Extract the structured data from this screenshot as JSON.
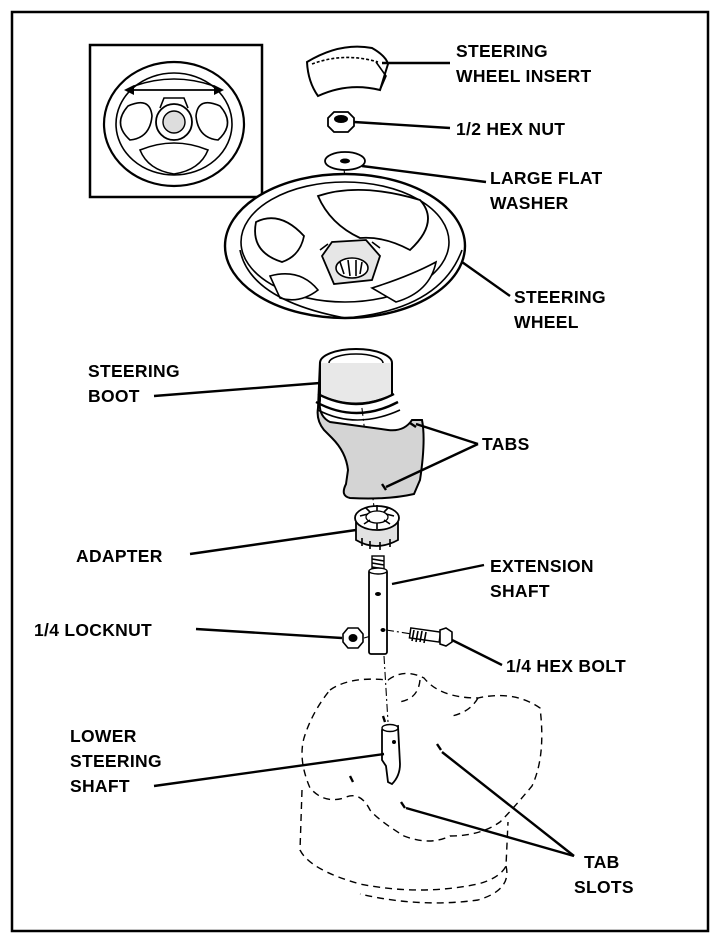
{
  "labels": {
    "steering_wheel_insert": [
      "STEERING",
      "WHEEL INSERT"
    ],
    "hex_nut_half": "1/2 HEX NUT",
    "large_flat_washer": [
      "LARGE  FLAT",
      "WASHER"
    ],
    "steering_wheel": [
      "STEERING",
      "WHEEL"
    ],
    "steering_boot": [
      "STEERING",
      "BOOT"
    ],
    "tabs": "TABS",
    "adapter": "ADAPTER",
    "extension_shaft": [
      "EXTENSION",
      "SHAFT"
    ],
    "locknut_quarter": "1/4  LOCKNUT",
    "hex_bolt_quarter": "1/4 HEX BOLT",
    "lower_steering_shaft": [
      "LOWER",
      "STEERING",
      "SHAFT"
    ],
    "tab_slots": [
      "TAB",
      "SLOTS"
    ]
  },
  "colors": {
    "line": "#000000",
    "background": "#ffffff",
    "boot_fill": "#d4d4d4",
    "part_fill": "#e2e2e2"
  }
}
